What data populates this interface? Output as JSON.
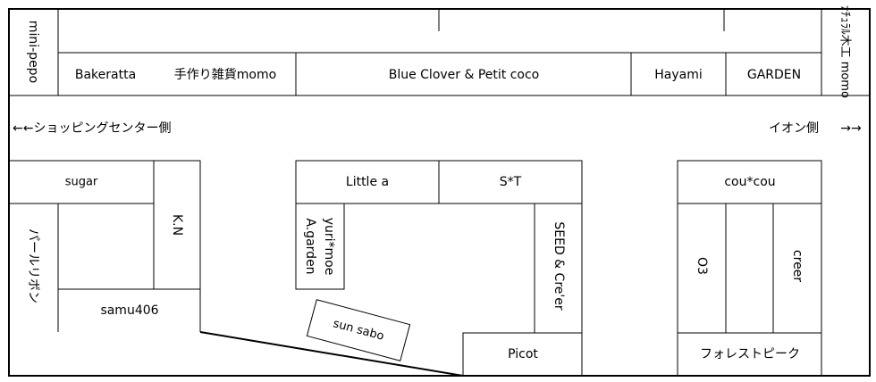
{
  "stores_top": {
    "mini_pepo": "mini-pepo",
    "bakeratta": "Bakeratta",
    "tezukuri_momo": "手作り雑貨momo",
    "blue_clover": "Blue Clover & Petit coco",
    "hayami": "Hayami",
    "garden": "GARDEN",
    "natural_mokko_momo": "ﾅﾁｭﾗﾙ木工 momo"
  },
  "directions": {
    "left": "←←ショッピングセンター側",
    "right_label": "イオン側",
    "right_arrows": "→→"
  },
  "stores_left": {
    "sugar": "sugar",
    "kn": "K.N",
    "pearl_ribbon": "パールリボン",
    "samu406": "samu406"
  },
  "stores_center": {
    "little_a": "Little a",
    "st": "S*T",
    "yurimoe": "yuri*moe",
    "agarden": "A.garden",
    "seed_creer": "SEED & Cre'er",
    "sun_sabo": "sun sabo",
    "picot": "Picot"
  },
  "stores_right": {
    "coucou": "cou*cou",
    "o3": "O3",
    "creer": "creer",
    "forest_peak": "フォレストピーク"
  }
}
